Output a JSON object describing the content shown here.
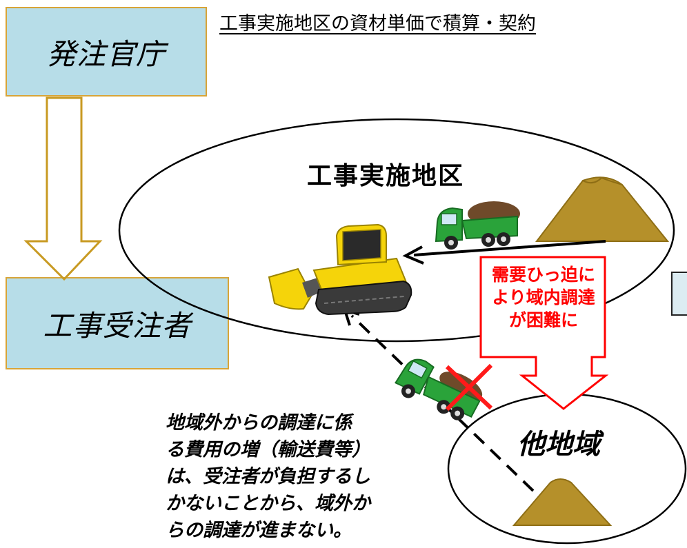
{
  "orderer": {
    "label": "発注官庁"
  },
  "contractor": {
    "label": "工事受注者"
  },
  "top_caption": "工事実施地区の資材単価で積算・契約",
  "region": {
    "label": "工事実施地区"
  },
  "other_region": {
    "label": "他地域"
  },
  "callout": {
    "lines": [
      "需要ひっ迫に",
      "より域内調達",
      "が困難に"
    ]
  },
  "note": {
    "lines": [
      "地域外からの調達に係",
      "る費用の増（輸送費等）",
      "は、受注者が負担するし",
      "かないことから、域外か",
      "らの調達が進まない。"
    ]
  },
  "colors": {
    "box_fill": "#b7dde8",
    "box_border": "#d8a437",
    "callout_red": "#ff0000",
    "soil": "#b5902a",
    "truck_green": "#2aa33a",
    "bulldozer_yellow": "#f5d40a"
  },
  "icons": [
    "bulldozer-icon",
    "dump-truck-icon",
    "soil-pile-icon",
    "cross-mark-icon"
  ]
}
